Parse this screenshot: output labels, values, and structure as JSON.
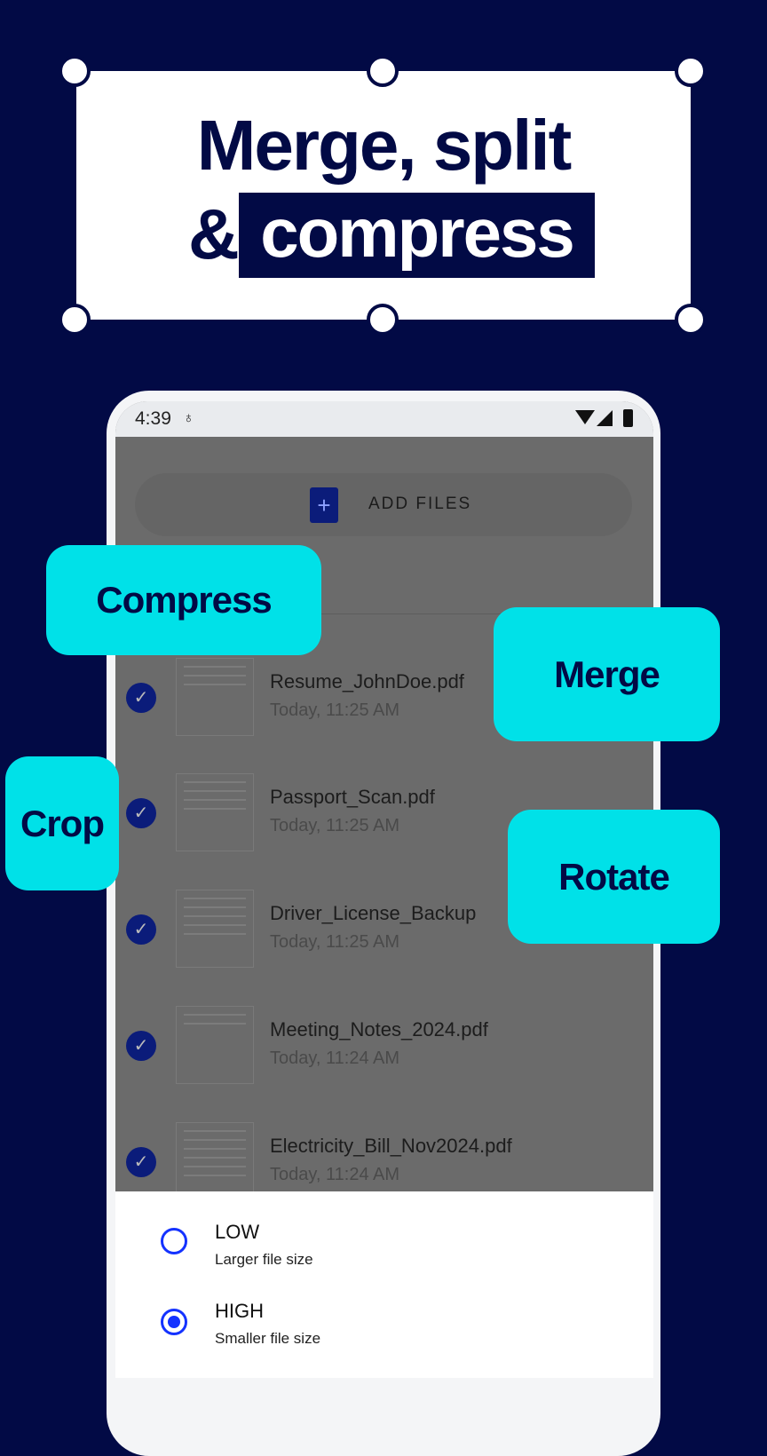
{
  "headline": {
    "line1": "Merge, split",
    "amp": "&",
    "highlight": "compress"
  },
  "status_bar": {
    "time": "4:39",
    "icons": [
      "accessibility-icon",
      "wifi-icon",
      "signal-icon",
      "battery-icon"
    ]
  },
  "add_files": {
    "label": "ADD FILES",
    "icon": "file-plus-icon"
  },
  "files": [
    {
      "name": "Resume_JohnDoe.pdf",
      "date": "Today, 11:25 AM",
      "checked": true
    },
    {
      "name": "Passport_Scan.pdf",
      "date": "Today, 11:25 AM",
      "checked": true
    },
    {
      "name": "Driver_License_Backup",
      "date": "Today, 11:25 AM",
      "checked": true
    },
    {
      "name": "Meeting_Notes_2024.pdf",
      "date": "Today, 11:24 AM",
      "checked": true
    },
    {
      "name": "Electricity_Bill_Nov2024.pdf",
      "date": "Today, 11:24 AM",
      "checked": true
    }
  ],
  "compression": {
    "options": [
      {
        "label": "LOW",
        "sub": "Larger file size",
        "selected": false
      },
      {
        "label": "HIGH",
        "sub": "Smaller file size",
        "selected": true
      }
    ]
  },
  "tags": {
    "compress": "Compress",
    "merge": "Merge",
    "crop": "Crop",
    "rotate": "Rotate"
  },
  "colors": {
    "background": "#020a45",
    "accent": "#00e1e8",
    "radio": "#1432ff"
  }
}
